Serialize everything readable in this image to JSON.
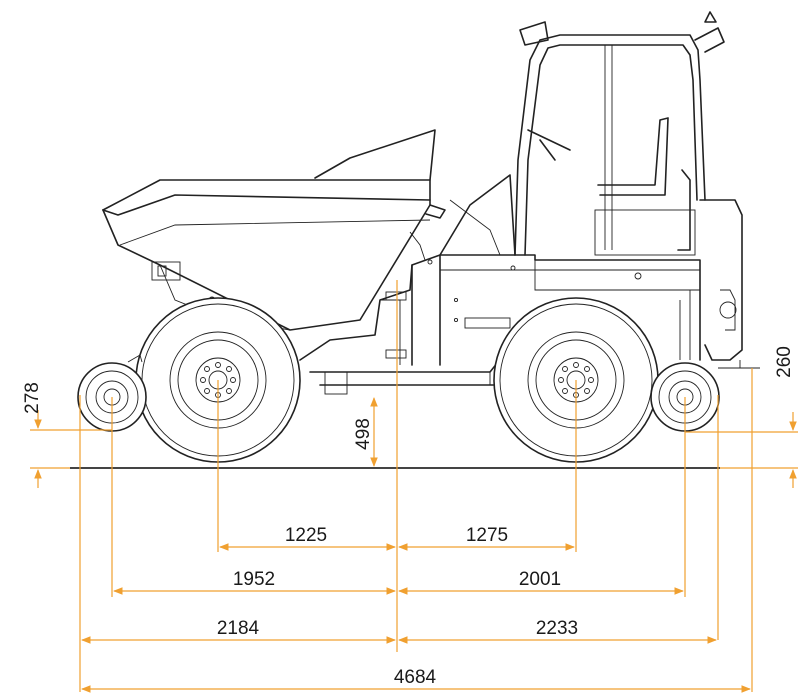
{
  "diagram": {
    "dimensions": {
      "front_axle_to_center": "1225",
      "rear_axle_to_center": "1275",
      "front_roller_to_center": "1952",
      "rear_roller_to_center": "2001",
      "front_overhang_to_center": "2184",
      "rear_overhang_to_center": "2233",
      "overall_length": "4684",
      "front_roller_height": "278",
      "ground_clearance": "498",
      "rear_roller_height": "260"
    }
  }
}
